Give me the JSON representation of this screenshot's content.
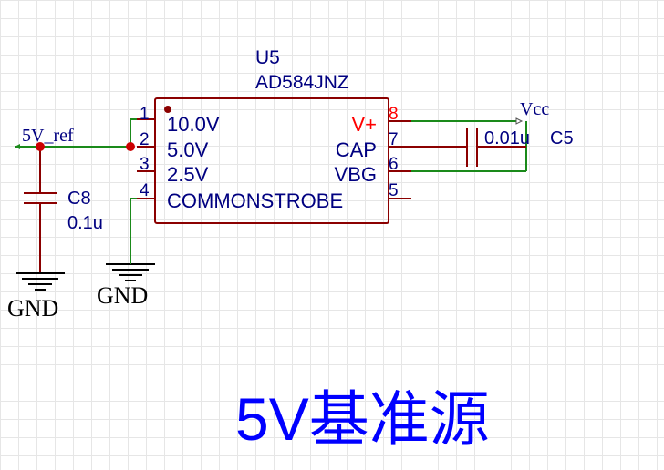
{
  "component": {
    "designator": "U5",
    "part": "AD584JNZ",
    "pins_left": [
      {
        "num": "1",
        "name": "10.0V"
      },
      {
        "num": "2",
        "name": "5.0V"
      },
      {
        "num": "3",
        "name": "2.5V"
      },
      {
        "num": "4",
        "name": "COMMONSTROBE"
      }
    ],
    "pins_right": [
      {
        "num": "8",
        "name": "V+"
      },
      {
        "num": "7",
        "name": "CAP"
      },
      {
        "num": "6",
        "name": "VBG"
      },
      {
        "num": "5",
        "name": ""
      }
    ]
  },
  "nets": {
    "ref": "5V_ref",
    "vcc": "Vcc",
    "gnd_left": "GND",
    "gnd_mid": "GND"
  },
  "capacitors": {
    "c8": {
      "ref": "C8",
      "value": "0.1u"
    },
    "c5": {
      "ref": "C5",
      "value": "0.01u"
    }
  },
  "title": "5V基准源",
  "colors": {
    "wire": "#1a8a1a",
    "component": "#8b0000",
    "label": "#000080",
    "pin_red": "#ff0000",
    "title": "#0000ff",
    "junction": "#cc0000"
  }
}
